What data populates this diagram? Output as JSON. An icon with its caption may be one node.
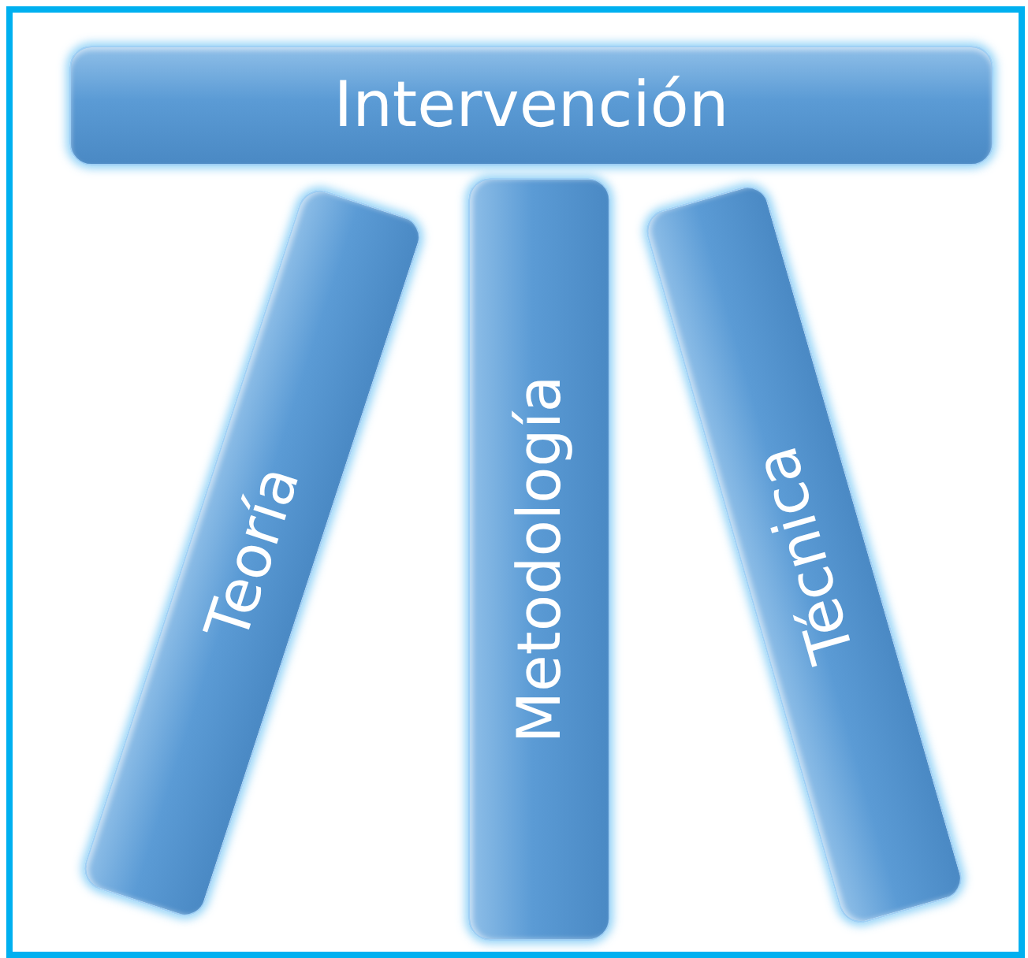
{
  "diagram": {
    "nodes": [
      {
        "text": [
          "Intervención"
        ]
      },
      {
        "text": [
          "Teoría"
        ]
      },
      {
        "text": [
          "Metodología"
        ]
      },
      {
        "text": [
          "Técnica"
        ]
      }
    ]
  }
}
